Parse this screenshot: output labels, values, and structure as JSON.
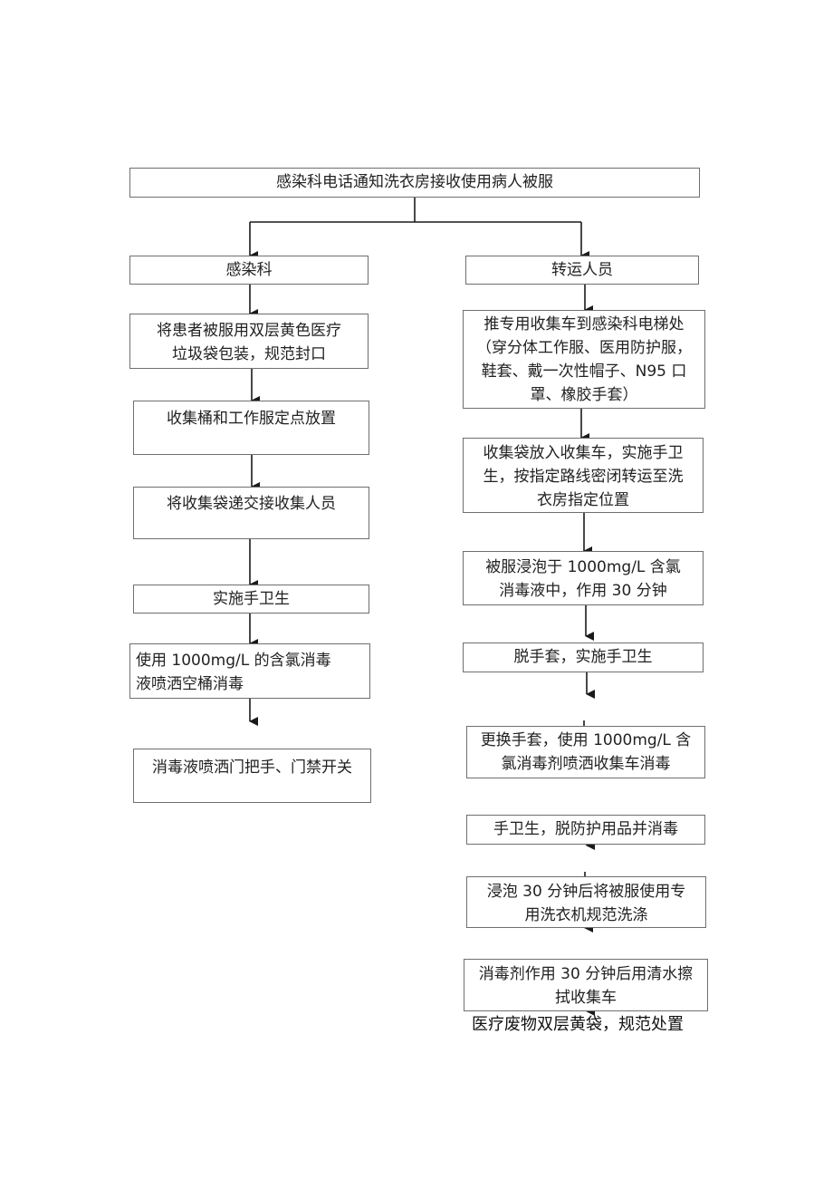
{
  "flowchart": {
    "top": {
      "text": "感染科电话通知洗衣房接收使用病人被服"
    },
    "left_branch": {
      "header": "感染科",
      "steps": [
        {
          "lines": [
            "将患者被服用双层黄色医疗",
            "垃圾袋包装，规范封口"
          ]
        },
        {
          "lines": [
            "收集桶和工作服定点放置"
          ]
        },
        {
          "lines": [
            "将收集袋递交接收集人员"
          ]
        },
        {
          "lines": [
            "实施手卫生"
          ]
        },
        {
          "lines": [
            "使用  1000mg/L  的含氯消毒",
            "液喷洒空桶消毒"
          ]
        },
        {
          "lines": [
            "消毒液喷洒门把手、门禁开关"
          ]
        }
      ]
    },
    "right_branch": {
      "header": "转运人员",
      "steps": [
        {
          "lines": [
            "推专用收集车到感染科电梯处",
            "（穿分体工作服、医用防护服，",
            "鞋套、戴一次性帽子、N95 口",
            "罩、橡胶手套）"
          ]
        },
        {
          "lines": [
            "收集袋放入收集车，实施手卫",
            "生，按指定路线密闭转运至洗",
            "衣房指定位置"
          ]
        },
        {
          "lines": [
            "被服浸泡于  1000mg/L  含氯",
            "消毒液中，作用 30 分钟"
          ]
        },
        {
          "lines": [
            "脱手套，实施手卫生"
          ]
        },
        {
          "lines": [
            "更换手套，使用  1000mg/L  含",
            "氯消毒剂喷洒收集车消毒"
          ]
        },
        {
          "lines": [
            "手卫生，脱防护用品并消毒"
          ]
        },
        {
          "lines": [
            "浸泡 30 分钟后将被服使用专",
            "用洗衣机规范洗涤"
          ]
        },
        {
          "lines": [
            "消毒剂作用 30 分钟后用清水擦",
            "拭收集车"
          ]
        }
      ],
      "footer_note": "医疗废物双层黄袋，规范处置"
    },
    "colors": {
      "line": "#1a1a1a",
      "border": "#6f6f6f",
      "text": "#222222"
    }
  }
}
